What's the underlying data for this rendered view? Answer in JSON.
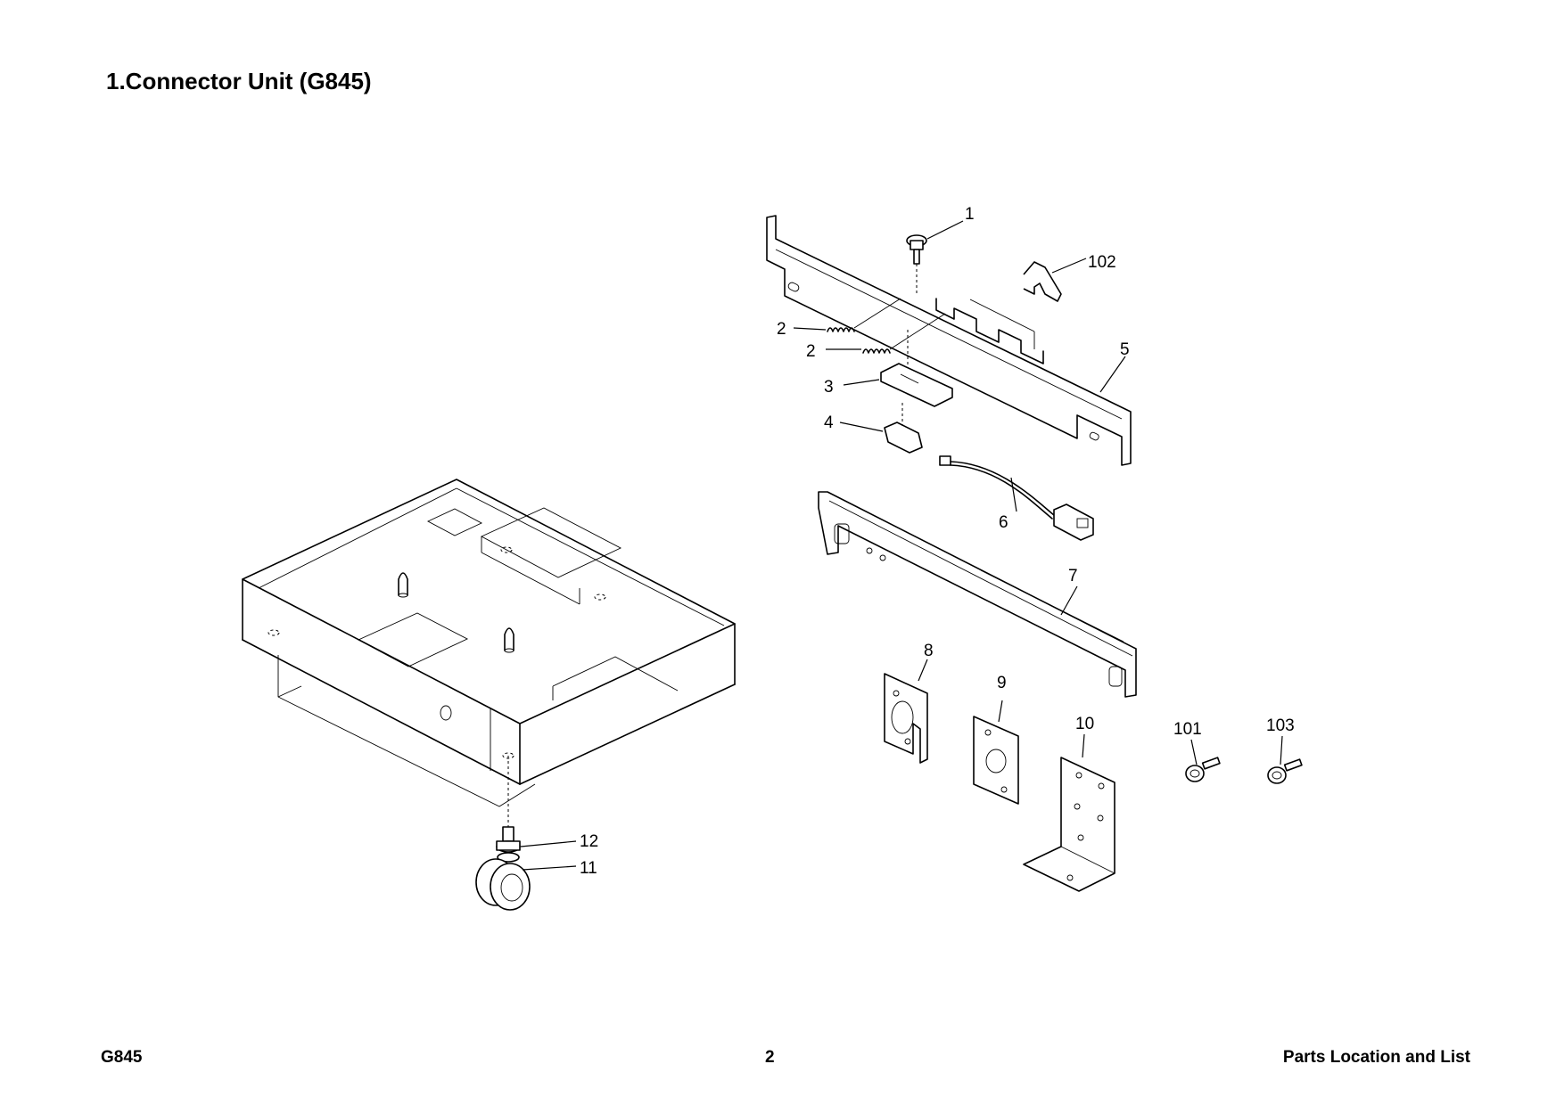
{
  "header": {
    "title": "1.Connector Unit (G845)"
  },
  "callouts": [
    {
      "id": "c1",
      "label": "1"
    },
    {
      "id": "c102",
      "label": "102"
    },
    {
      "id": "c2a",
      "label": "2"
    },
    {
      "id": "c2b",
      "label": "2"
    },
    {
      "id": "c5",
      "label": "5"
    },
    {
      "id": "c3",
      "label": "3"
    },
    {
      "id": "c4",
      "label": "4"
    },
    {
      "id": "c6",
      "label": "6"
    },
    {
      "id": "c7",
      "label": "7"
    },
    {
      "id": "c8",
      "label": "8"
    },
    {
      "id": "c9",
      "label": "9"
    },
    {
      "id": "c10",
      "label": "10"
    },
    {
      "id": "c101",
      "label": "101"
    },
    {
      "id": "c103",
      "label": "103"
    },
    {
      "id": "c12",
      "label": "12"
    },
    {
      "id": "c11",
      "label": "11"
    }
  ],
  "footer": {
    "model": "G845",
    "page": "2",
    "section": "Parts Location and List"
  }
}
